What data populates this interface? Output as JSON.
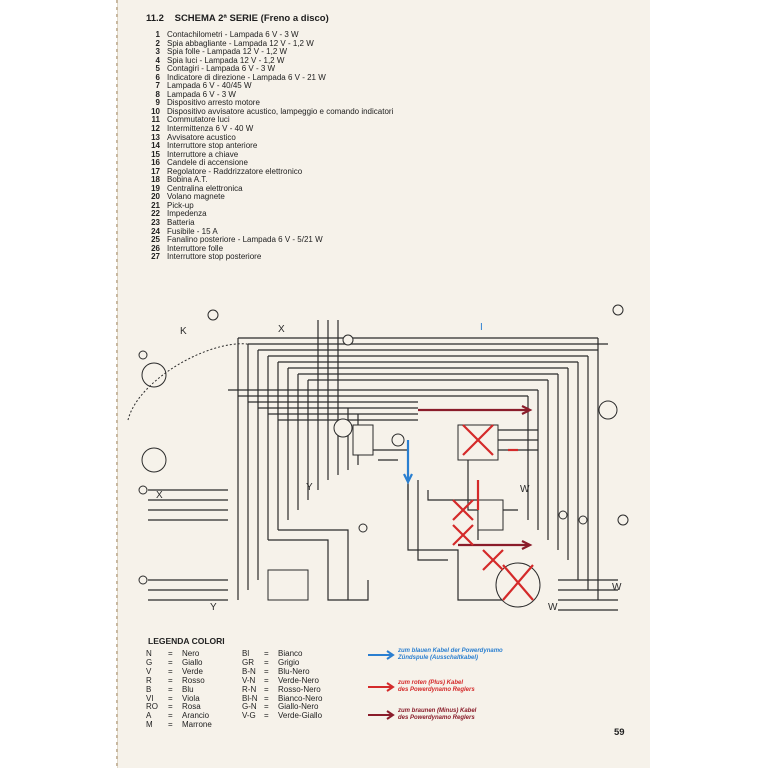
{
  "title": {
    "section": "11.2",
    "text": "SCHEMA 2ª SERIE (Freno a disco)"
  },
  "parts": [
    {
      "n": "1",
      "t": "Contachilometri - Lampada 6 V - 3 W"
    },
    {
      "n": "2",
      "t": "Spia abbagliante - Lampada 12 V - 1,2 W"
    },
    {
      "n": "3",
      "t": "Spia folle - Lampada 12 V - 1,2 W"
    },
    {
      "n": "4",
      "t": "Spia luci - Lampada 12 V - 1,2 W"
    },
    {
      "n": "5",
      "t": "Contagiri - Lampada 6 V - 3 W"
    },
    {
      "n": "6",
      "t": "Indicatore di direzione - Lampada 6 V - 21 W"
    },
    {
      "n": "7",
      "t": "Lampada 6 V - 40/45 W"
    },
    {
      "n": "8",
      "t": "Lampada 6 V - 3 W"
    },
    {
      "n": "9",
      "t": "Dispositivo arresto motore"
    },
    {
      "n": "10",
      "t": "Dispositivo avvisatore acustico, lampeggio e comando indicatori"
    },
    {
      "n": "11",
      "t": "Commutatore luci"
    },
    {
      "n": "12",
      "t": "Intermittenza 6 V - 40 W"
    },
    {
      "n": "13",
      "t": "Avvisatore acustico"
    },
    {
      "n": "14",
      "t": "Interruttore stop anteriore"
    },
    {
      "n": "15",
      "t": "Interruttore a chiave"
    },
    {
      "n": "16",
      "t": "Candele di accensione"
    },
    {
      "n": "17",
      "t": "Regolatore - Raddrizzatore elettronico"
    },
    {
      "n": "18",
      "t": "Bobina A.T."
    },
    {
      "n": "19",
      "t": "Centralina elettronica"
    },
    {
      "n": "20",
      "t": "Volano magnete"
    },
    {
      "n": "21",
      "t": "Pick-up"
    },
    {
      "n": "22",
      "t": "Impedenza"
    },
    {
      "n": "23",
      "t": "Batteria"
    },
    {
      "n": "24",
      "t": "Fusibile - 15 A"
    },
    {
      "n": "25",
      "t": "Fanalino posteriore - Lampada 6 V - 5/21 W"
    },
    {
      "n": "26",
      "t": "Interruttore folle"
    },
    {
      "n": "27",
      "t": "Interruttore stop posteriore"
    }
  ],
  "diagram_labels": {
    "k": "K",
    "x_top": "X",
    "x_left": "X",
    "y_mid": "Y",
    "y_left": "Y",
    "w_right": "W",
    "w_mid": "W",
    "w_bottom": "W",
    "blue_mark": "I"
  },
  "legend": {
    "title": "LEGENDA COLORI",
    "left": [
      {
        "code": "N",
        "name": "Nero"
      },
      {
        "code": "G",
        "name": "Giallo"
      },
      {
        "code": "V",
        "name": "Verde"
      },
      {
        "code": "R",
        "name": "Rosso"
      },
      {
        "code": "B",
        "name": "Blu"
      },
      {
        "code": "VI",
        "name": "Viola"
      },
      {
        "code": "RO",
        "name": "Rosa"
      },
      {
        "code": "A",
        "name": "Arancio"
      },
      {
        "code": "M",
        "name": "Marrone"
      }
    ],
    "right": [
      {
        "code": "Bl",
        "name": "Bianco"
      },
      {
        "code": "GR",
        "name": "Grigio"
      },
      {
        "code": "B-N",
        "name": "Blu-Nero"
      },
      {
        "code": "V-N",
        "name": "Verde-Nero"
      },
      {
        "code": "R-N",
        "name": "Rosso-Nero"
      },
      {
        "code": "Bl-N",
        "name": "Bianco-Nero"
      },
      {
        "code": "G-N",
        "name": "Giallo-Nero"
      },
      {
        "code": "V-G",
        "name": "Verde-Giallo"
      }
    ]
  },
  "annotations": [
    {
      "line1": "zum blauen Kabel der Powerdynamo",
      "line2": "Zündspule (Ausschaltkabel)",
      "color": "#2a7fd0"
    },
    {
      "line1": "zum roten (Plus) Kabel",
      "line2": "des Powerdynamo Reglers",
      "color": "#d42a2a"
    },
    {
      "line1": "zum braunen (Minus) Kabel",
      "line2": "des Powerdynamo Reglers",
      "color": "#8a1c2a"
    }
  ],
  "page_number": "59",
  "colors": {
    "paper": "#f6f2ea",
    "ink": "#2b2b2b",
    "blue": "#2a7fd0",
    "red": "#d42a2a",
    "brown": "#8a1c2a"
  }
}
